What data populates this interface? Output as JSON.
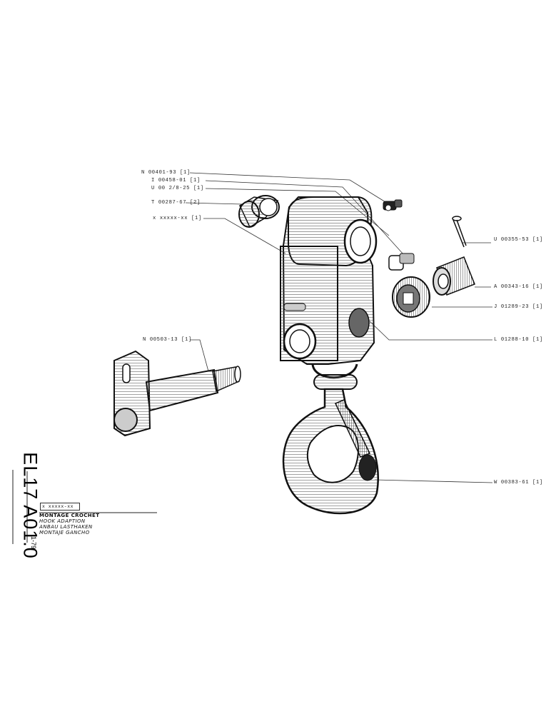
{
  "callouts": {
    "n_00401": "N 00401-93 [1]",
    "i_00458": "I 00458-01 [1]",
    "u_00278": "U 00 2/8-25 [1]",
    "t_00287": "T 00287-67 [2]",
    "x_part": "x xxxxx-xx [1]",
    "u_00355": "U 00355-53 [1]",
    "a_00343": "A 00343-16 [1]",
    "j_01289": "J 01289-23 [1]",
    "l_01288": "L 01288-10 [1]",
    "n_00503": "N 00503-13 [1]",
    "w_00383": "W 00383-61 [1]"
  },
  "sidebar": {
    "model": "EL17  A01.0",
    "revision": "1-79"
  },
  "title_block": {
    "ref": "x xxxxx-xx",
    "line_fr": "MONTAGE CROCHET",
    "line_en": "HOOK ADAPTION",
    "line_de": "ANBAU LASTHAKEN",
    "line_es": "MONTAJE GANCHO"
  }
}
